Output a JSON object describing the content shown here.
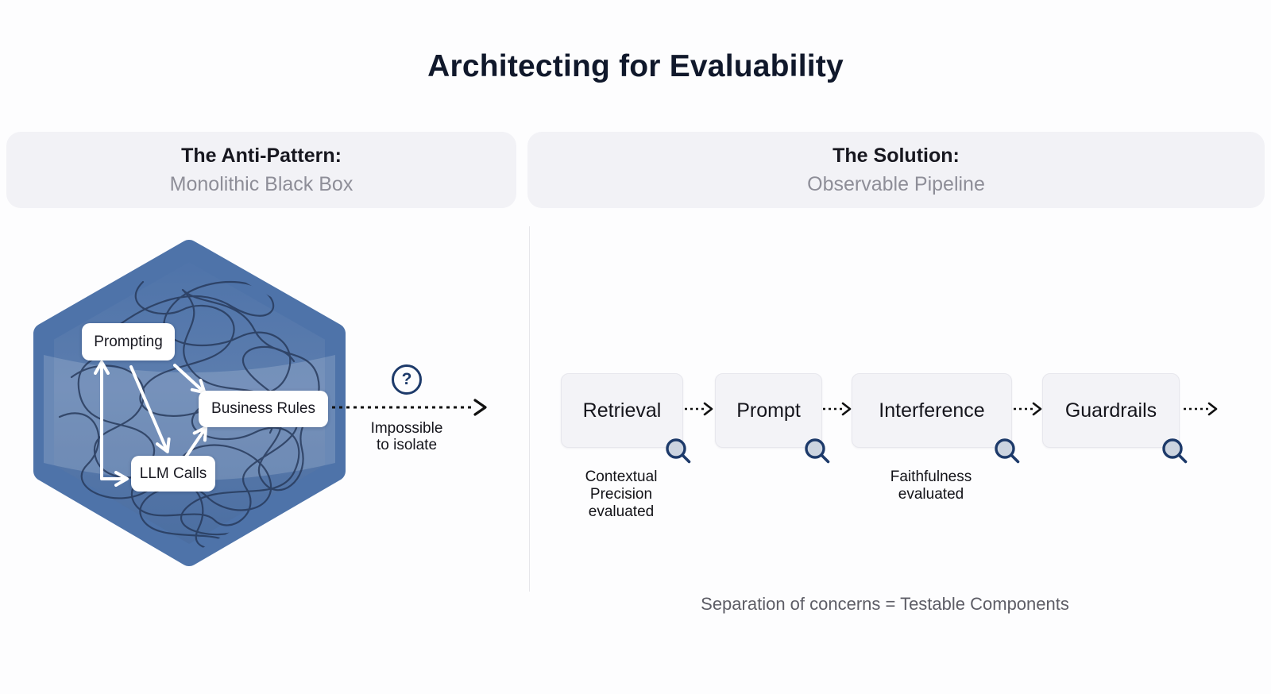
{
  "title": "Architecting for Evaluability",
  "left_panel": {
    "heading": "The Anti-Pattern:",
    "subheading": "Monolithic Black Box"
  },
  "right_panel": {
    "heading": "The Solution:",
    "subheading": "Observable Pipeline"
  },
  "anti_pattern": {
    "nodes": [
      {
        "label": "Prompting"
      },
      {
        "label": "Business Rules"
      },
      {
        "label": "LLM Calls"
      }
    ],
    "question_mark": "?",
    "arrow_caption": "Impossible\nto isolate"
  },
  "pipeline": {
    "stages": [
      {
        "label": "Retrieval",
        "caption": "Contextual\nPrecision\nevaluated"
      },
      {
        "label": "Prompt",
        "caption": ""
      },
      {
        "label": "Interference",
        "caption": "Faithfulness\nevaluated"
      },
      {
        "label": "Guardrails",
        "caption": ""
      }
    ],
    "footer": "Separation of concerns = Testable Components"
  },
  "colors": {
    "hexagon_blue": "#4e73a9",
    "scribble_navy": "#27395a",
    "accent_navy": "#1d3a6a",
    "panel_bg": "#f2f2f6",
    "magnifier_fill": "#c9d2de",
    "arrow_black": "#111111"
  }
}
